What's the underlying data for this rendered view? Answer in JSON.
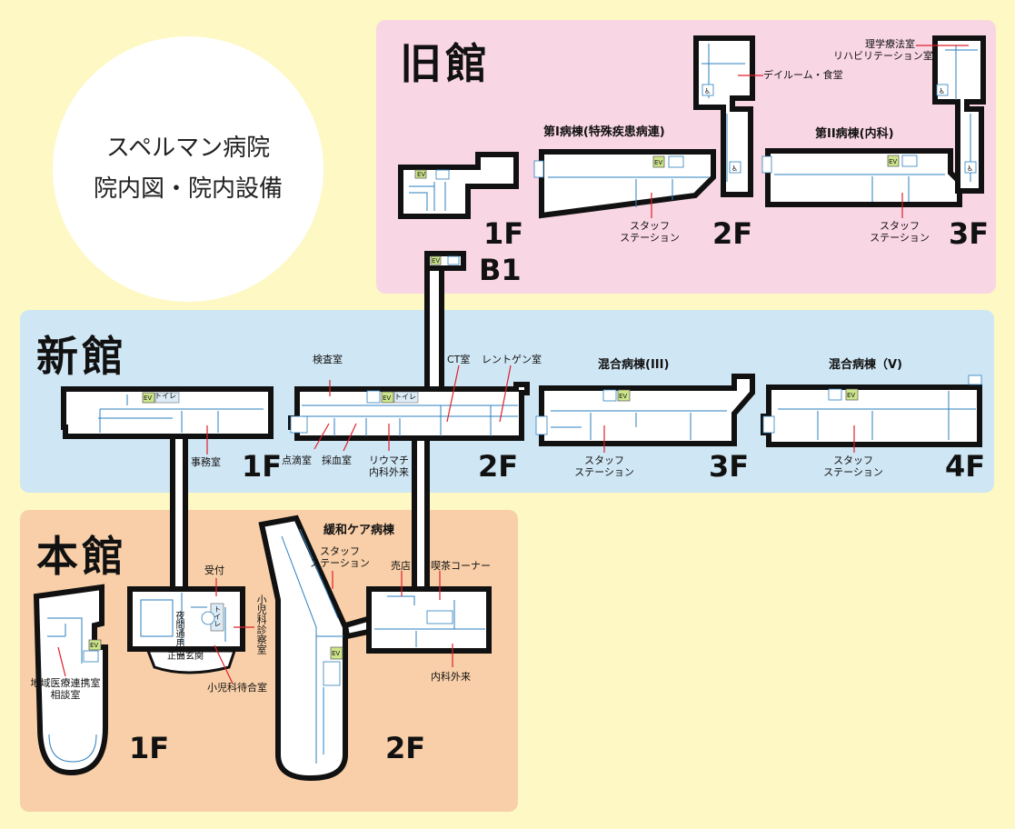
{
  "title": {
    "line1": "スペルマン病院",
    "line2": "院内図・院内設備"
  },
  "zones": {
    "old": {
      "name": "旧館",
      "color": "#f9d6e4"
    },
    "new": {
      "name": "新館",
      "color": "#cfe6f4"
    },
    "main": {
      "name": "本館",
      "color": "#f8cfa8"
    }
  },
  "old_building": {
    "floors": {
      "b1": "B1",
      "f1": "1F",
      "f2": "2F",
      "f3": "3F"
    },
    "wards": {
      "f2": "第I病棟(特殊疾患病連)",
      "f3": "第II病棟(内科)"
    },
    "labels": {
      "dayroom": "デイルーム・食堂",
      "rehab_1": "理学療法室",
      "rehab_2": "リハビリテーション室",
      "staff_f2_1": "スタッフ",
      "staff_f2_2": "ステーション",
      "staff_f3_1": "スタッフ",
      "staff_f3_2": "ステーション"
    }
  },
  "new_building": {
    "floors": {
      "f1": "1F",
      "f2": "2F",
      "f3": "3F",
      "f4": "4F"
    },
    "wards": {
      "f3": "混合病棟(III)",
      "f4": "混合病棟（V)"
    },
    "labels": {
      "office": "事務室",
      "exam": "検査室",
      "drip": "点滴室",
      "blood": "採血室",
      "rheum_1": "リウマチ",
      "rheum_2": "内科外来",
      "ct": "CT室",
      "xray": "レントゲン室",
      "staff_f3_1": "スタッフ",
      "staff_f3_2": "ステーション",
      "staff_f4_1": "スタッフ",
      "staff_f4_2": "ステーション",
      "toilet_f1": "トイレ",
      "toilet_f2": "トイレ"
    }
  },
  "main_building": {
    "floors": {
      "f1": "1F",
      "f2": "2F"
    },
    "wards": {
      "f2": "緩和ケア病棟"
    },
    "labels": {
      "reception": "受付",
      "pediatrics": "小児科診察室",
      "night_entrance": "夜間通用口",
      "front_entrance": "正面玄関",
      "ped_waiting": "小児科待合室",
      "regional_1": "地域医療連携室",
      "regional_2": "相談室",
      "toilet": "トイレ",
      "staff_1": "スタッフ",
      "staff_2": "ステーション",
      "shop": "売店",
      "cafe": "喫茶コーナー",
      "internal": "内科外来"
    }
  },
  "ev_label": "EV",
  "icons": [
    "wheelchair-icon",
    "stairs-icon",
    "elevator-icon"
  ]
}
